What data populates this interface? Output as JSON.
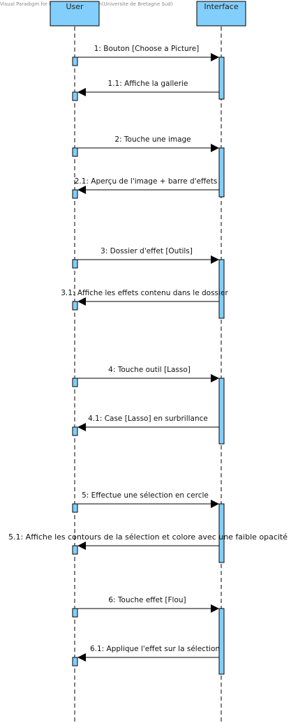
{
  "watermark": "Visual Paradigm for UML Standard Edition(Universite de Bretagne Sud)",
  "colors": {
    "box_fill": "#82CFFD",
    "stroke": "#000000",
    "line": "#000000"
  },
  "lifelines": [
    {
      "id": "user",
      "name": "User"
    },
    {
      "id": "interface",
      "name": "Interface"
    }
  ],
  "messages": [
    {
      "label": "1: Bouton [Choose a Picture]",
      "from": "user",
      "to": "interface"
    },
    {
      "label": "1.1: Affiche la gallerie",
      "from": "interface",
      "to": "user"
    },
    {
      "label": "2: Touche une image",
      "from": "user",
      "to": "interface"
    },
    {
      "label": "2.1: Aperçu de l'image + barre d'effets",
      "from": "interface",
      "to": "user"
    },
    {
      "label": "3: Dossier d'effet [Outils]",
      "from": "user",
      "to": "interface"
    },
    {
      "label": "3.1: Affiche les effets contenu dans le dossier",
      "from": "interface",
      "to": "user"
    },
    {
      "label": "4: Touche outil [Lasso]",
      "from": "user",
      "to": "interface"
    },
    {
      "label": "4.1: Case [Lasso] en surbrillance",
      "from": "interface",
      "to": "user"
    },
    {
      "label": "5: Effectue une sélection en cercle",
      "from": "user",
      "to": "interface"
    },
    {
      "label": "5.1: Affiche les contours de la sélection et colore avec une faible opacité",
      "from": "interface",
      "to": "user"
    },
    {
      "label": "6: Touche effet [Flou]",
      "from": "user",
      "to": "interface"
    },
    {
      "label": "6.1: Applique l'effet sur la sélection",
      "from": "interface",
      "to": "user"
    }
  ]
}
